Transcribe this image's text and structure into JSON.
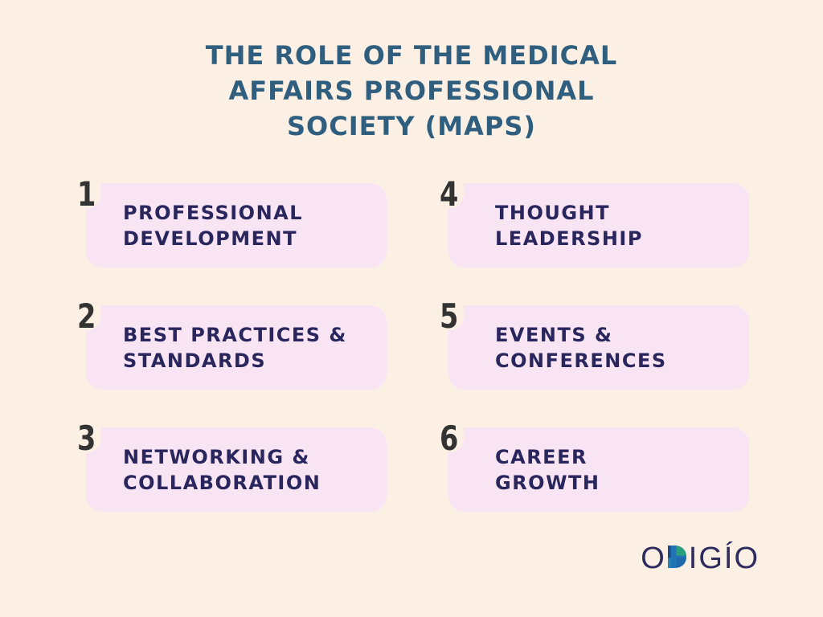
{
  "title": {
    "lines": [
      "THE ROLE OF THE MEDICAL",
      "AFFAIRS PROFESSIONAL",
      "SOCIETY (MAPS)"
    ]
  },
  "cards": [
    {
      "number": "1",
      "label": "PROFESSIONAL\nDEVELOPMENT"
    },
    {
      "number": "2",
      "label": "BEST PRACTICES &\nSTANDARDS"
    },
    {
      "number": "3",
      "label": "NETWORKING &\nCOLLABORATION"
    },
    {
      "number": "4",
      "label": "THOUGHT\nLEADERSHIP"
    },
    {
      "number": "5",
      "label": "EVENTS &\nCONFERENCES"
    },
    {
      "number": "6",
      "label": "CAREER\nGROWTH"
    }
  ],
  "logo": {
    "prefix": "O",
    "d_letter": "D",
    "suffix": "IGÍO"
  },
  "colors": {
    "background": "#FCF0E5",
    "card_fill": "#F8E4F2",
    "title_text": "#2F5E7E",
    "card_text": "#29265E",
    "number_text": "#333333",
    "logo_text": "#2E2C5E",
    "logo_d_base_blue": "#2173B6",
    "logo_d_dark_blue": "#1B4A86",
    "logo_d_green": "#2A9F7D",
    "logo_d_mid_blue": "#2068AE",
    "logo_d_light_blue": "#2E84B9"
  }
}
